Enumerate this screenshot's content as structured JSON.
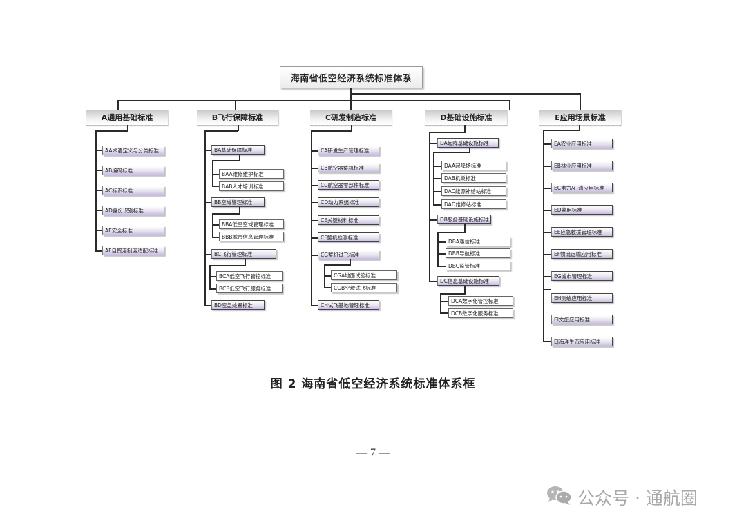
{
  "diagram": {
    "root": "海南省低空经济系统标准体系",
    "categories": [
      {
        "label": "A通用基础标准",
        "items": [
          {
            "label": "AA术语定义与分类标准"
          },
          {
            "label": "AB编码标准"
          },
          {
            "label": "AC标识标准"
          },
          {
            "label": "AD身份识别标准"
          },
          {
            "label": "AE安全标准"
          },
          {
            "label": "AF自贸港制度适配标准"
          }
        ]
      },
      {
        "label": "B飞行保障标准",
        "items": [
          {
            "label": "BA基础保障标准",
            "children": [
              "BAA维修维护标准",
              "BAB人才培训标准"
            ]
          },
          {
            "label": "BB空域管理标准",
            "children": [
              "BBA低空空域管理标准",
              "BBB城市信息管理标准"
            ]
          },
          {
            "label": "BC飞行管理标准",
            "children": [
              "BCA低空飞行管控标准",
              "BCB低空飞行服务标准"
            ]
          },
          {
            "label": "BD应急处置标准"
          }
        ]
      },
      {
        "label": "C研发制造标准",
        "items": [
          {
            "label": "CA研发生产管理标准"
          },
          {
            "label": "CB航空器整机标准"
          },
          {
            "label": "CC航空器零部件标准"
          },
          {
            "label": "CD动力系统标准"
          },
          {
            "label": "CE关键材料标准"
          },
          {
            "label": "CF整机检测标准"
          },
          {
            "label": "CG整机试飞标准",
            "children": [
              "CGA地面试验标准",
              "CGB空域试飞标准"
            ]
          },
          {
            "label": "CH试飞基地管理标准"
          }
        ]
      },
      {
        "label": "D基础设施标准",
        "items": [
          {
            "label": "DA起降基础设施标准",
            "children": [
              "DAA起降场标准",
              "DAB机巢标准",
              "DAC能源补给站标准",
              "DAD维修站标准"
            ]
          },
          {
            "label": "DB服务基础设施标准",
            "children": [
              "DBA通信标准",
              "DBB导航标准",
              "DBC监管标准"
            ]
          },
          {
            "label": "DC信息基础设施标准",
            "children": [
              "DCA数字化管控标准",
              "DCB数字化服务标准"
            ]
          }
        ]
      },
      {
        "label": "E应用场景标准",
        "items": [
          {
            "label": "EA农业应用标准"
          },
          {
            "label": "EB林业应用标准"
          },
          {
            "label": "EC电力/石油应用标准"
          },
          {
            "label": "ED警用标准"
          },
          {
            "label": "EE应急救援管理标准"
          },
          {
            "label": "EF物流运输应用标准"
          },
          {
            "label": "EG城市管理标准"
          },
          {
            "label": "EH测绘应用标准"
          },
          {
            "label": "EI文旅应用标准"
          },
          {
            "label": "EJ海洋生态应用标准"
          }
        ]
      }
    ]
  },
  "caption": "图 2  海南省低空经济系统标准体系框",
  "page_number": "— 7 —",
  "watermark": {
    "icon": "wechat-icon",
    "text": "公众号 · 通航圈"
  }
}
